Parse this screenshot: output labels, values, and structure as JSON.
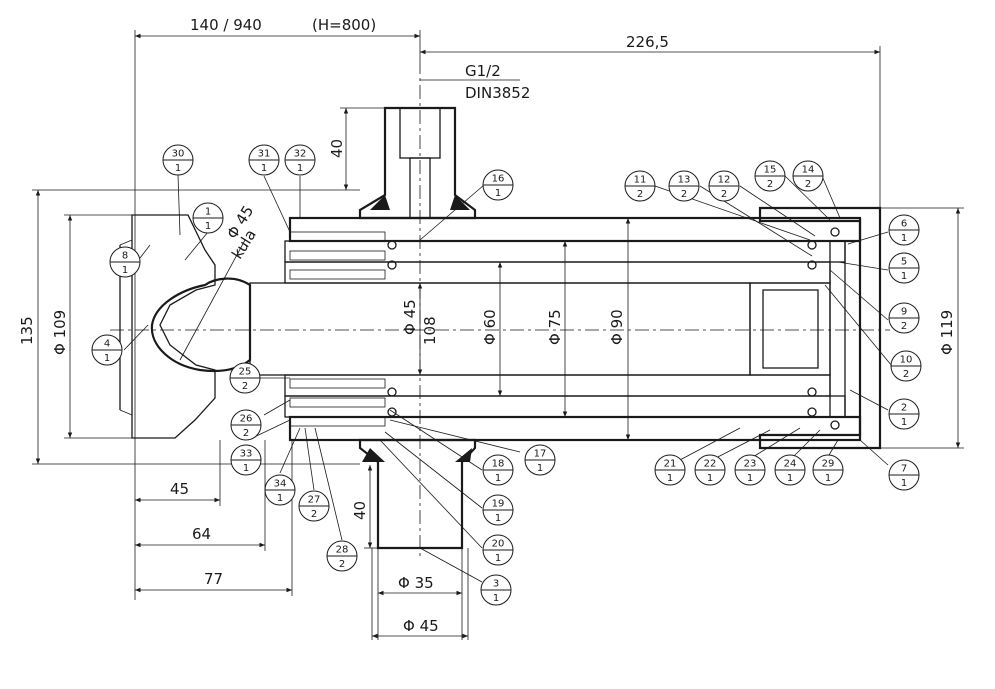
{
  "dimensions": {
    "top_length": "140 / 940",
    "stroke_note": "(H=800)",
    "overall": "226,5",
    "port_thread": "G1/2",
    "port_standard": "DIN3852",
    "port_height_top": "40",
    "port_height_bottom": "40",
    "ball_dia": "Φ 45",
    "ball_label": "kula",
    "base_dia": "Φ 109",
    "base_height": "135",
    "len_45": "45",
    "len_64": "64",
    "len_77": "77",
    "rod_dia": "Φ 45",
    "d108": "108",
    "d60": "Φ 60",
    "d75": "Φ 75",
    "d90": "Φ 90",
    "end_dia": "Φ 119",
    "trunnion_35": "Φ 35",
    "trunnion_45": "Φ 45"
  },
  "balloons": [
    {
      "id": "b30",
      "num": "30",
      "qty": "1"
    },
    {
      "id": "b1",
      "num": "1",
      "qty": "1"
    },
    {
      "id": "b31",
      "num": "31",
      "qty": "1"
    },
    {
      "id": "b32",
      "num": "32",
      "qty": "1"
    },
    {
      "id": "b16",
      "num": "16",
      "qty": "1"
    },
    {
      "id": "b8",
      "num": "8",
      "qty": "1"
    },
    {
      "id": "b4",
      "num": "4",
      "qty": "1"
    },
    {
      "id": "b25",
      "num": "25",
      "qty": "2"
    },
    {
      "id": "b26",
      "num": "26",
      "qty": "2"
    },
    {
      "id": "b33",
      "num": "33",
      "qty": "1"
    },
    {
      "id": "b34",
      "num": "34",
      "qty": "1"
    },
    {
      "id": "b27",
      "num": "27",
      "qty": "2"
    },
    {
      "id": "b28",
      "num": "28",
      "qty": "2"
    },
    {
      "id": "b11",
      "num": "11",
      "qty": "2"
    },
    {
      "id": "b13",
      "num": "13",
      "qty": "2"
    },
    {
      "id": "b12",
      "num": "12",
      "qty": "2"
    },
    {
      "id": "b15",
      "num": "15",
      "qty": "2"
    },
    {
      "id": "b14",
      "num": "14",
      "qty": "2"
    },
    {
      "id": "b6",
      "num": "6",
      "qty": "1"
    },
    {
      "id": "b5",
      "num": "5",
      "qty": "1"
    },
    {
      "id": "b9",
      "num": "9",
      "qty": "2"
    },
    {
      "id": "b10",
      "num": "10",
      "qty": "2"
    },
    {
      "id": "b2",
      "num": "2",
      "qty": "1"
    },
    {
      "id": "b7",
      "num": "7",
      "qty": "1"
    },
    {
      "id": "b17",
      "num": "17",
      "qty": "1"
    },
    {
      "id": "b18",
      "num": "18",
      "qty": "1"
    },
    {
      "id": "b19",
      "num": "19",
      "qty": "1"
    },
    {
      "id": "b20",
      "num": "20",
      "qty": "1"
    },
    {
      "id": "b3",
      "num": "3",
      "qty": "1"
    },
    {
      "id": "b21",
      "num": "21",
      "qty": "1"
    },
    {
      "id": "b22",
      "num": "22",
      "qty": "1"
    },
    {
      "id": "b23",
      "num": "23",
      "qty": "1"
    },
    {
      "id": "b24",
      "num": "24",
      "qty": "1"
    },
    {
      "id": "b29",
      "num": "29",
      "qty": "1"
    }
  ]
}
